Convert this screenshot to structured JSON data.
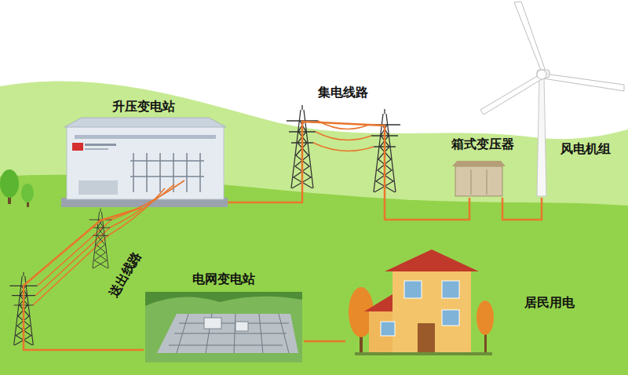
{
  "diagram": {
    "nodes": [
      {
        "text": [
          "升压变电站"
        ]
      },
      {
        "text": [
          "箱式变压器"
        ]
      },
      {
        "text": [
          "风电机组"
        ]
      },
      {
        "text": [
          "电网变电站"
        ]
      },
      {
        "text": [
          "居民用电"
        ]
      }
    ],
    "edges": [
      {
        "from": 2,
        "to": 1,
        "arrow": "none"
      },
      {
        "from": 1,
        "to": 0,
        "label": "集电线路",
        "arrow": "none"
      },
      {
        "from": 0,
        "to": 3,
        "label": "送出线路",
        "arrow": "none"
      },
      {
        "from": 3,
        "to": 4,
        "arrow": "none"
      }
    ]
  }
}
